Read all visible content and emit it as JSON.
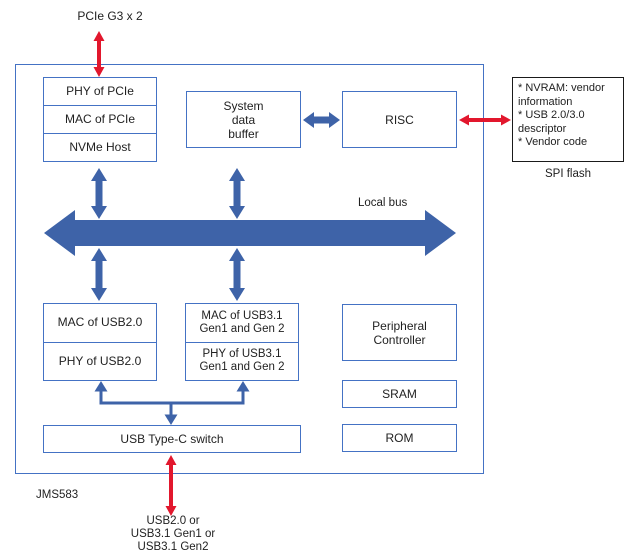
{
  "colors": {
    "box_border": "#4472c4",
    "arrow_blue": "#3e63a8",
    "arrow_red": "#e2172d",
    "spi_border": "#1a1a1a",
    "text": "#1f1f1f"
  },
  "labels": {
    "pcie_port": "PCIe G3 x 2",
    "local_bus": "Local bus",
    "chip_name": "JMS583",
    "spi_flash": "SPI flash",
    "usb_port": "USB2.0 or\nUSB3.1 Gen1 or\nUSB3.1 Gen2"
  },
  "blocks": {
    "pcie_stack": [
      "PHY of PCIe",
      "MAC of PCIe",
      "NVMe Host"
    ],
    "system_data_buffer": "System\ndata\nbuffer",
    "risc": "RISC",
    "spi_flash_contents": "* NVRAM: vendor\ninformation\n* USB 2.0/3.0\ndescriptor\n* Vendor code",
    "usb2_stack": [
      "MAC of USB2.0",
      "PHY of USB2.0"
    ],
    "usb3_stack": [
      "MAC of USB3.1\nGen1 and Gen 2",
      "PHY of USB3.1\nGen1 and Gen 2"
    ],
    "peripheral_controller": "Peripheral\nController",
    "sram": "SRAM",
    "rom": "ROM",
    "usb_typec_switch": "USB Type-C switch"
  }
}
